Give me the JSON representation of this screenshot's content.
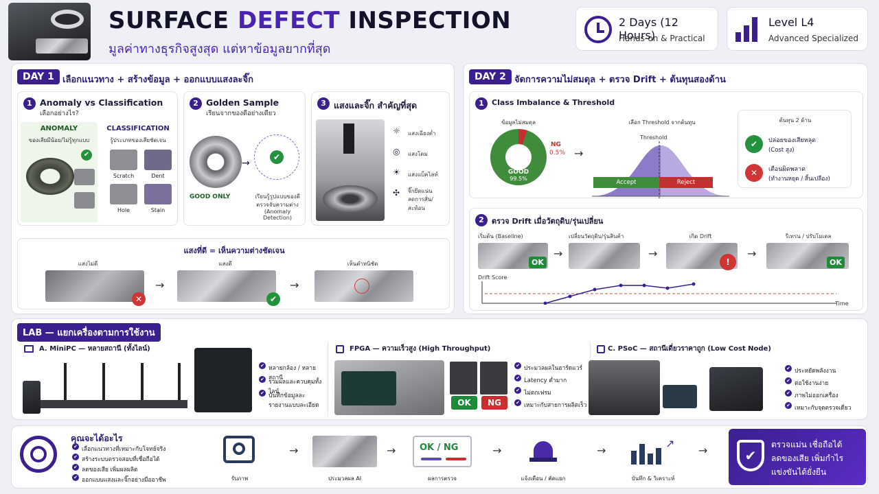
{
  "header": {
    "title_a": "SURFACE ",
    "title_b": "DEFECT",
    "title_c": " INSPECTION",
    "subtitle": "มูลค่าทางธุรกิจสูงสุด แต่หาข้อมูลยากที่สุด",
    "duration_title": "2 Days (12 Hours)",
    "duration_sub": "Hands-on & Practical",
    "level_title": "Level L4",
    "level_sub": "Advanced Specialized"
  },
  "day1": {
    "tag": "DAY 1",
    "heading": "เลือกแนวทาง + สร้างข้อมูล + ออกแบบแสงละจิ๊ก",
    "s1": {
      "num": "1",
      "title": "Anomaly vs Classification",
      "sub": "เลือกอย่างไร?",
      "anomaly": "ANOMALY",
      "anomaly_sub": "ของเสียมีน้อย/ไม่รู้ทุกแบบ",
      "classification": "CLASSIFICATION",
      "class_sub": "รู้ประเภทของเสียชัดเจน",
      "defects": [
        "Scratch",
        "Dent",
        "Hole",
        "Stain"
      ]
    },
    "s2": {
      "num": "2",
      "title": "Golden Sample",
      "sub": "เรียนจากของดีอย่างเดียว",
      "good_only": "GOOD ONLY",
      "learn": "เรียนรู้รูปแบบของดี",
      "check": "ตรวจจับความต่าง",
      "anomaly_det": "(Anomaly Detection)"
    },
    "s3": {
      "num": "3",
      "title": "แสงและจิ๊ก สำคัญที่สุด",
      "items": [
        "แสงเฉียงต่ำ",
        "แสงโดม",
        "แสงแบ็คไลท์",
        "จิ๊กยึดแน่น",
        "ลดการสั่น/สะท้อน"
      ]
    },
    "light": {
      "title": "แสงที่ดี = เห็นความต่างชัดเจน",
      "bad": "แสงไม่ดี",
      "good": "แสงดี",
      "clear": "เห็นตำหนิชัด"
    }
  },
  "day2": {
    "tag": "DAY 2",
    "heading": "จัดการความไม่สมดุล + ตรวจ Drift + ต้นทุนสองด้าน",
    "s1": {
      "num": "1",
      "title": "Class Imbalance & Threshold",
      "imbalance": "ข้อมูลไม่สมดุล",
      "ng": "NG",
      "ng_pct": "0.5%",
      "good": "GOOD",
      "good_pct": "99.5%",
      "choose": "เลือก Threshold จากต้นทุน",
      "threshold": "Threshold",
      "accept": "Accept",
      "reject": "Reject",
      "cost_title": "ต้นทุน 2 ด้าน",
      "miss": "ปล่อยของเสียหลุด",
      "miss_sub": "(Cost สูง)",
      "false": "เตือนผิดพลาด",
      "false_sub": "(ทำงานหยุด / สิ้นเปลือง)"
    },
    "s2": {
      "num": "2",
      "title": "ตรวจ Drift เมื่อวัตถุดิบ/รุ่นเปลี่ยน",
      "steps": [
        "เริ่มต้น (Baseline)",
        "เปลี่ยนวัตถุดิบ/รุ่นสินค้า",
        "เกิด Drift",
        "รีเทรน / ปรับโมเดล"
      ],
      "ok": "OK",
      "drift_score": "Drift Score",
      "time": "Time"
    }
  },
  "lab": {
    "tag": "LAB — แยกเครื่องตามการใช้งาน",
    "a": {
      "title": "A. MiniPC — หลายสถานี (ทั้งไลน์)",
      "bullets": [
        "หลายกล้อง / หลายสถานี",
        "รวมผลและควบคุมทั้งไลน์",
        "บันทึกข้อมูลละรายงานแบบละเอียด"
      ]
    },
    "b": {
      "title": "FPGA — ความเร็วสูง (High Throughput)",
      "ok": "OK",
      "ng": "NG",
      "bullets": [
        "ประมวลผลในฮาร์ดแวร์",
        "Latency ต่ำมาก",
        "ไม่ตกเฟรม",
        "เหมาะกับสายการผลิตเร็ว"
      ]
    },
    "c": {
      "title": "C. PSoC — สถานีเดี่ยวราคาถูก (Low Cost Node)",
      "bullets": [
        "ประหยัดพลังงาน",
        "ต่อใช้งานง่าย",
        "ภาพไม่ออกเครื่อง",
        "เหมาะกับจุดตรวจเดียว"
      ]
    }
  },
  "footer": {
    "title": "คุณจะได้อะไร",
    "bullets": [
      "เลือกแนวทางที่เหมาะกับโจทย์จริง",
      "สร้างระบบตรวจสอบที่เชื่อถือได้",
      "ลดของเสีย เพิ่มผลผลิต",
      "ออกแบบแสงและจิ๊กอย่างมืออาชีพ"
    ],
    "flow": [
      "รับภาพ",
      "ประมวลผล AI",
      "ผลการตรวจ",
      "แจ้งเตือน / คัดแยก",
      "บันทึก & วิเคราะห์"
    ],
    "okng": "OK / NG",
    "final": [
      "ตรวจแม่น เชื่อถือได้",
      "ลดของเสีย เพิ่มกำไร",
      "แข่งขันได้ยั่งยืน"
    ]
  },
  "colors": {
    "brand": "#3b1f8f",
    "ok": "#1f8a3a",
    "ng": "#c62f2f"
  }
}
